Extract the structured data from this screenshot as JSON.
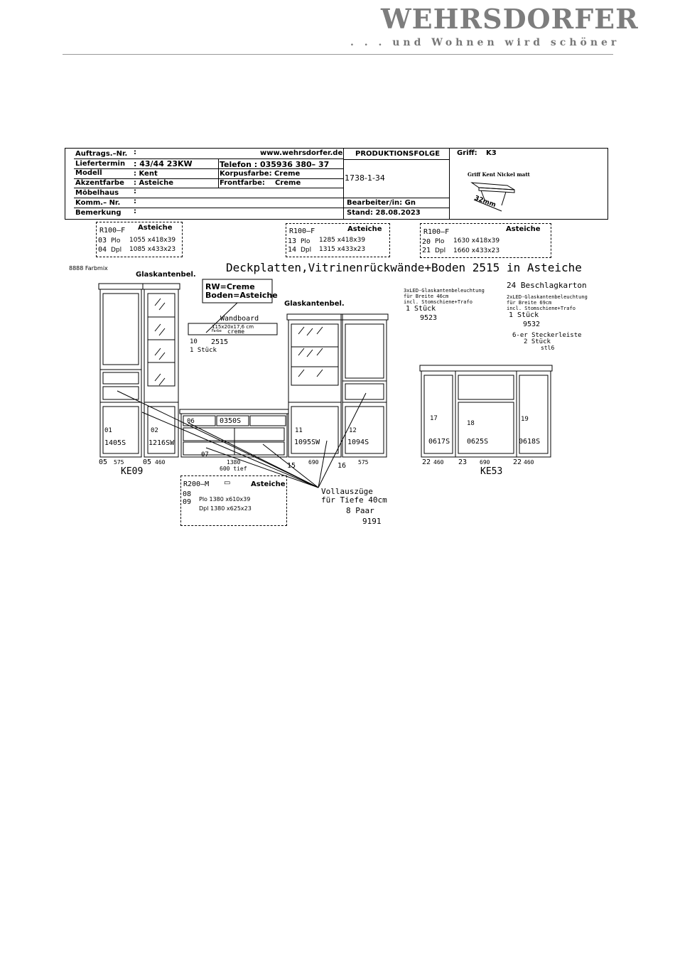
{
  "brand": {
    "logo": "WEHRSDORFER",
    "slogan": ". . .   und  Wohnen  wird  schöner"
  },
  "header": {
    "auftrag_label": "Auftrags.–Nr.",
    "auftrag_colon": ":",
    "website": "www.wehrsdorfer.de",
    "liefertermin_label": "Liefertermin",
    "liefertermin_value": ":  43/44  23KW",
    "telefon": "Telefon : 035936  380–  37",
    "modell_label": "Modell",
    "modell_value": ":  Kent",
    "korpus": "Korpusfarbe: Creme",
    "akzent_label": "Akzentfarbe",
    "akzent_value": ":  Asteiche",
    "front_label": "Frontfarbe:",
    "front_value": "Creme",
    "moebelhaus_label": "Möbelhaus",
    "moebelhaus_colon": ":",
    "komm_label": "Komm.–  Nr.",
    "komm_colon": ":",
    "bemerkung_label": "Bemerkung",
    "bemerkung_colon": ":",
    "produktionsfolge_label": "PRODUKTIONSFOLGE",
    "produktionsfolge_value": "1738-1-34",
    "bearbeiter": "Bearbeiter/in: Gn",
    "stand": "Stand:  28.08.2023",
    "griff_label": "Griff:",
    "griff_value": "K3",
    "griff_desc": "Griff Kent Nickel matt",
    "griff_size": "32mm"
  },
  "plates": [
    {
      "code": "R100–F",
      "color": "Asteiche",
      "rows": [
        {
          "no": "03",
          "type": "Plo",
          "dim": "1055 x418x39"
        },
        {
          "no": "04",
          "type": "Dpl",
          "dim": "1085 x433x23"
        }
      ]
    },
    {
      "code": "R100–F",
      "color": "Asteiche",
      "rows": [
        {
          "no": "13",
          "type": "Plo",
          "dim": "1285 x418x39"
        },
        {
          "no": "14",
          "type": "Dpl",
          "dim": "1315 x433x23"
        }
      ]
    },
    {
      "code": "R100–F",
      "color": "Asteiche",
      "rows": [
        {
          "no": "20",
          "type": "Plo",
          "dim": "1630 x418x39"
        },
        {
          "no": "21",
          "type": "Dpl",
          "dim": "1660 x433x23"
        }
      ]
    }
  ],
  "drawing": {
    "farbmix": "8888 Farbmix",
    "glaskanten1": "Glaskantenbel.",
    "glaskanten2": "Glaskantenbel.",
    "title": "Deckplatten,Vitrinenrückwände+Boden  2515  in  Asteiche",
    "rw_note": "RW=Creme",
    "boden_note": "Boden=Asteiche",
    "wandboard": "Wandboard",
    "wandboard_dim": "115x20x17,6  cm",
    "wandboard_farbe": "Farbe",
    "wandboard_color": "creme",
    "wandboard_no": "10",
    "wandboard_code": "2515",
    "wandboard_qty": "1  Stück",
    "led1_line1": "3xLED-Glaskantenbeleuchtung",
    "led1_line2": "für Breite 46cm",
    "led1_line3": "incl. Stomschiene+Trafo",
    "led1_qty": "1   Stück",
    "led1_code": "9523",
    "beschlag": "24   Beschlagkarton",
    "led2_line1": "2xLED-Glaskantenbeleuchtung",
    "led2_line2": "für Breite 69cm",
    "led2_line3": "incl. Stomschiene+Trafo",
    "led2_qty": "1   Stück",
    "led2_code": "9532",
    "stecker": "6-er  Steckerleiste",
    "stecker_qty": "2  Stück",
    "stecker_unit": "stl6",
    "units": {
      "u01": "01",
      "u01c": "1405S",
      "u02": "02",
      "u02c": "1216SW",
      "u06": "06",
      "u06c": "0350S",
      "u11": "11",
      "u11c": "1095SW",
      "u12": "12",
      "u12c": "1094S",
      "u17": "17",
      "u17c": "0617S",
      "u18": "18",
      "u18c": "0625S",
      "u19": "19",
      "u19c": "0618S",
      "u07": "07",
      "u15": "15",
      "u16": "16"
    },
    "dims": {
      "d05a": "05",
      "w575a": "575",
      "d05b": "05",
      "w460a": "460",
      "w1380": "1380",
      "tief600": "600  tief",
      "w690a": "690",
      "w575b": "575",
      "d22a": "22",
      "w460b": "460",
      "d23": "23",
      "w690b": "690",
      "d22b": "22",
      "w460c": "460"
    },
    "ke09": "KE09",
    "ke53": "KE53",
    "r200_code": "R200–M",
    "r200_color": "Asteiche",
    "r200_no1": "08",
    "r200_no2": "09",
    "r200_plo": "Plo  1380 x610x39",
    "r200_dpl": "Dpl  1380 x625x23",
    "vollauszuege": "Vollauszüge",
    "fuer_tiefe": "für  Tiefe  40cm",
    "paar": "8   Paar",
    "paar_code": "9191"
  }
}
